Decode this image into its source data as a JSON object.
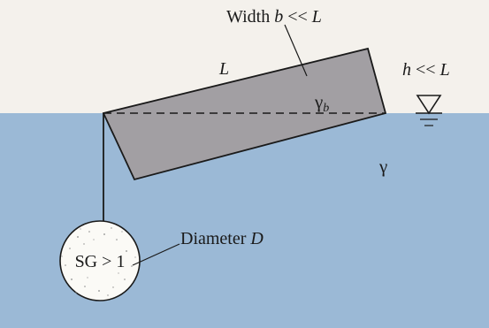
{
  "labels": {
    "width_prefix": "Width ",
    "width_var": "b",
    "width_rel": " << ",
    "width_ref": "L",
    "length_var": "L",
    "height_var": "h",
    "height_rel": " << ",
    "height_ref": "L",
    "gamma_b_symbol": "γ",
    "gamma_b_sub": "b",
    "gamma_symbol": "γ",
    "diameter_prefix": "Diameter ",
    "diameter_var": "D",
    "sphere_text": "SG > 1"
  },
  "colors": {
    "background": "#f4f1ec",
    "water": "#9bb9d6",
    "plank": "#a29fa3",
    "line": "#1a1a1a",
    "sphere_fill": "#fbfaf6"
  },
  "icons": {
    "free_surface": "water-surface-triangle-icon"
  }
}
